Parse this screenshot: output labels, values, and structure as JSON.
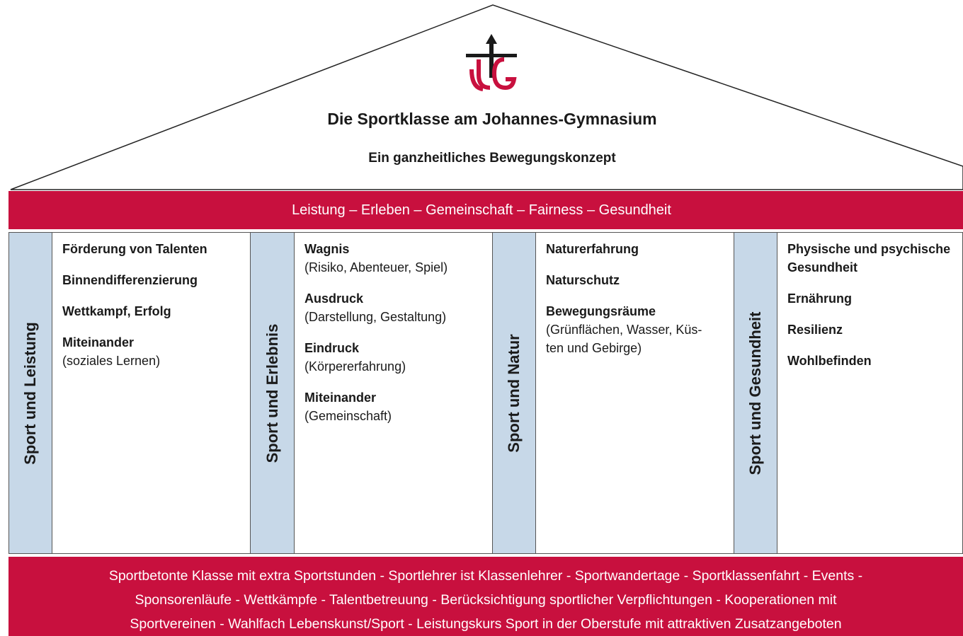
{
  "header": {
    "title": "Die Sportklasse am Johannes-Gymnasium",
    "subtitle": "Ein ganzheitliches Bewegungskonzept",
    "logo_name": "johannes-gymnasium-logo"
  },
  "values_band": {
    "text": "Leistung – Erleben – Gemeinschaft – Fairness – Gesundheit"
  },
  "pillars": [
    {
      "label": "Sport und Leistung",
      "items": [
        {
          "name": "Förderung von Talenten",
          "desc": ""
        },
        {
          "name": "Binnendifferenzierung",
          "desc": ""
        },
        {
          "name": "Wettkampf, Erfolg",
          "desc": ""
        },
        {
          "name": "Miteinander",
          "desc": "(soziales Lernen)"
        }
      ]
    },
    {
      "label": "Sport und Erlebnis",
      "items": [
        {
          "name": "Wagnis",
          "desc": "(Risiko, Abenteuer, Spiel)"
        },
        {
          "name": "Ausdruck",
          "desc": "(Darstellung, Gestaltung)"
        },
        {
          "name": "Eindruck",
          "desc": "(Körpererfahrung)"
        },
        {
          "name": "Miteinander",
          "desc": "(Gemeinschaft)"
        }
      ]
    },
    {
      "label": "Sport und Natur",
      "items": [
        {
          "name": "Naturerfahrung",
          "desc": ""
        },
        {
          "name": "Naturschutz",
          "desc": ""
        },
        {
          "name": "Bewegungsräume",
          "desc": "(Grünflächen, Wasser, Küs-\nten und Gebirge)"
        }
      ]
    },
    {
      "label": "Sport und Gesundheit",
      "items": [
        {
          "name": "Physische und psychische\nGesundheit",
          "desc": ""
        },
        {
          "name": "Ernährung",
          "desc": ""
        },
        {
          "name": "Resilienz",
          "desc": ""
        },
        {
          "name": "Wohlbefinden",
          "desc": ""
        }
      ]
    }
  ],
  "footer": {
    "lines": [
      "Sportbetonte Klasse mit extra Sportstunden - Sportlehrer ist Klassenlehrer - Sportwandertage - Sportklassenfahrt - Events -",
      "Sponsorenläufe - Wettkämpfe - Talentbetreuung - Berücksichtigung sportlicher Verpflichtungen - Kooperationen mit",
      "Sportvereinen - Wahlfach Lebenskunst/Sport - Leistungskurs Sport in der Oberstufe mit attraktiven Zusatzangeboten"
    ]
  },
  "colors": {
    "band_red": "#c8103e",
    "pillar_blue": "#c7d8e8",
    "logo_red": "#c8103e",
    "logo_black": "#1a1a1a"
  }
}
